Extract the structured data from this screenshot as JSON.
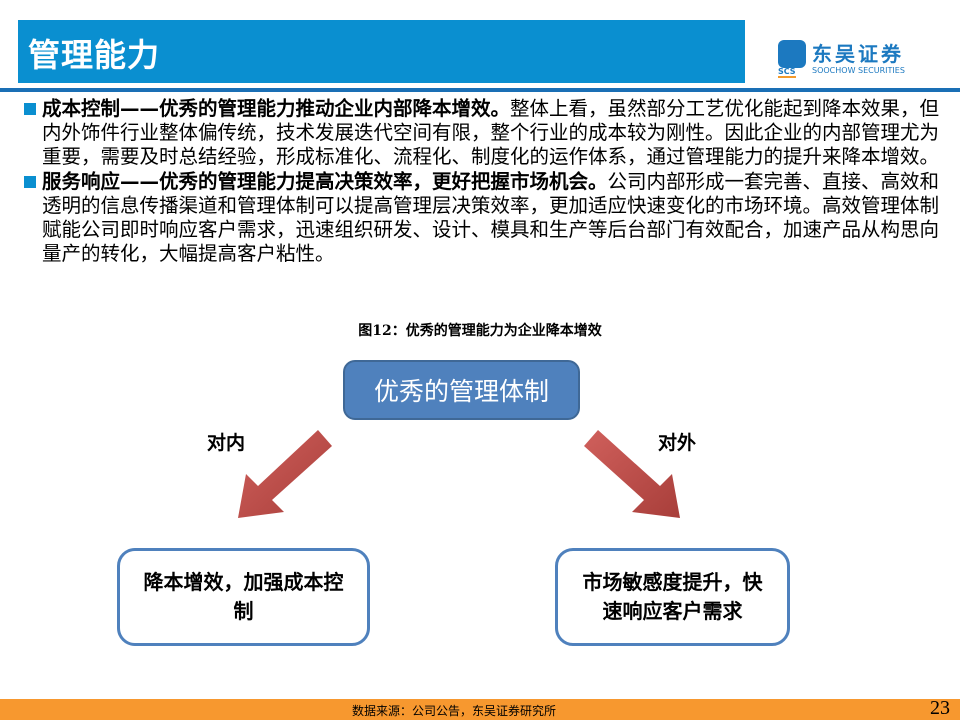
{
  "header": {
    "title": "管理能力",
    "logo_cn": "东吴证券",
    "logo_en": "SOOCHOW SECURITIES",
    "logo_mark": "SCS"
  },
  "bullets": [
    {
      "bold": "成本控制——优秀的管理能力推动企业内部降本增效。",
      "text": "整体上看，虽然部分工艺优化能起到降本效果，但内外饰件行业整体偏传统，技术发展迭代空间有限，整个行业的成本较为刚性。因此企业的内部管理尤为重要，需要及时总结经验，形成标准化、流程化、制度化的运作体系，通过管理能力的提升来降本增效。"
    },
    {
      "bold": "服务响应——优秀的管理能力提高决策效率，更好把握市场机会。",
      "text": "公司内部形成一套完善、直接、高效和透明的信息传播渠道和管理体制可以提高管理层决策效率，更加适应快速变化的市场环境。高效管理体制赋能公司即时响应客户需求，迅速组织研发、设计、模具和生产等后台部门有效配合，加速产品从构思向量产的转化，大幅提高客户粘性。"
    }
  ],
  "figure": {
    "title": "图12：优秀的管理能力为企业降本增效",
    "top": "优秀的管理体制",
    "left_label": "对内",
    "right_label": "对外",
    "left_box": "降本增效，加强成本控制",
    "right_box": "市场敏感度提升，快速响应客户需求"
  },
  "footer": {
    "source": "数据来源：公司公告，东吴证券研究所",
    "page": "23"
  },
  "colors": {
    "header": "#0a8fd0",
    "box": "#4f81bd",
    "arrow": "#c0504d",
    "footer": "#f7982f"
  }
}
